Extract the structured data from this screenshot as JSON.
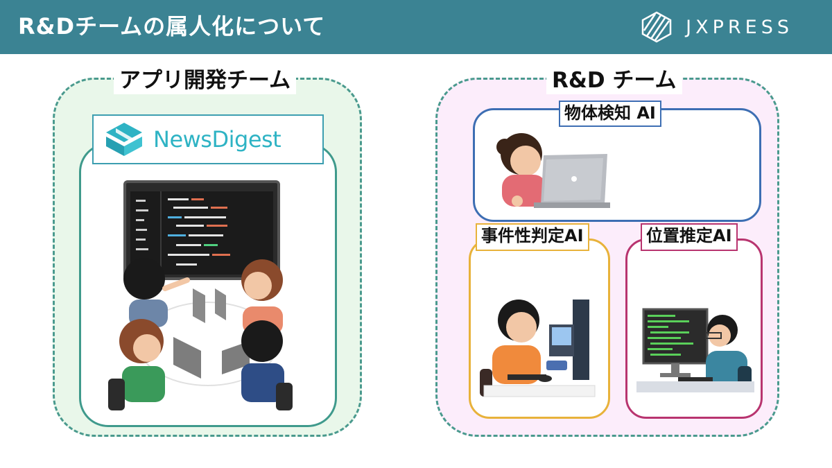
{
  "header": {
    "title": "R&Dチームの属人化について",
    "brand": "JXPRESS",
    "brand_icon": "jx-hexagon-logo-icon"
  },
  "left_panel": {
    "title": "アプリ開発チーム",
    "product_logo": "NewsDigest",
    "illustration": "team-meeting-with-laptops-and-code-screen"
  },
  "right_panel": {
    "title": "R&D チーム",
    "cards": [
      {
        "label": "物体検知 AI",
        "illustration": "woman-working-on-laptop"
      },
      {
        "label": "事件性判定AI",
        "illustration": "boy-working-on-desktop-pc"
      },
      {
        "label": "位置推定AI",
        "illustration": "man-coding-on-monitor"
      }
    ]
  },
  "colors": {
    "header_bg": "#3b8393",
    "left_panel_bg": "#e9f7ea",
    "right_panel_bg": "#fcedfb",
    "dashed_border": "#4a9a8e",
    "blue": "#3d6eb3",
    "yellow": "#e8b23a",
    "pink": "#b8346f"
  }
}
